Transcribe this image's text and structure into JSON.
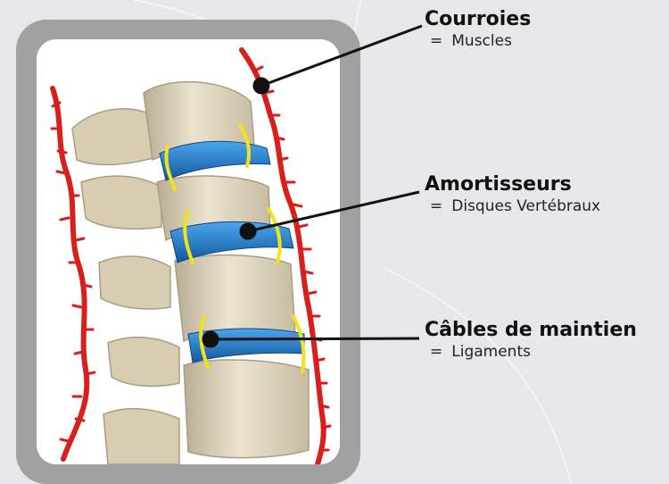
{
  "labels": [
    {
      "title": "Courroies",
      "subtitle": "Muscles"
    },
    {
      "title": "Amortisseurs",
      "subtitle": "Disques Vertébraux"
    },
    {
      "title": "Câbles de maintien",
      "subtitle": "Ligaments"
    }
  ],
  "equals_sign": "=",
  "colors": {
    "background": "#e6e7e9",
    "frame": "#a1a1a1",
    "muscle": "#d91f1b",
    "disc": "#1f7fd0",
    "ligament": "#f3e11a",
    "bone": "#e5dcc3",
    "leader": "#111111"
  }
}
